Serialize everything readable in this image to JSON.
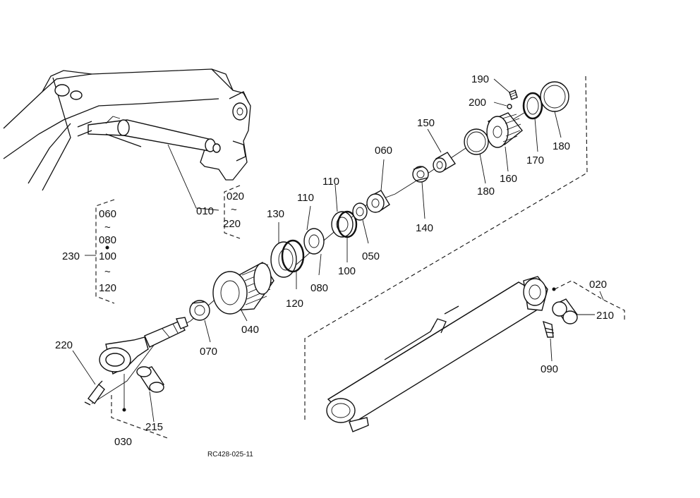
{
  "diagram": {
    "reference_code": "RC428-025-11",
    "callouts": {
      "p010": "010",
      "p020_top": "020",
      "p020_range_sep": "~",
      "p220_top": "220",
      "p030": "030",
      "p040": "040",
      "p050": "050",
      "p060": "060",
      "p070": "070",
      "p080": "080",
      "p090": "090",
      "p100": "100",
      "p110_a": "110",
      "p110_b": "110",
      "p120": "120",
      "p130": "130",
      "p140": "140",
      "p150": "150",
      "p160": "160",
      "p170": "170",
      "p180_a": "180",
      "p180_b": "180",
      "p190": "190",
      "p200": "200",
      "p210": "210",
      "p215": "215",
      "p220": "220",
      "p020_right": "020",
      "p230": "230",
      "kit_060": "060",
      "kit_080": "080",
      "kit_100": "100",
      "kit_120": "120",
      "kit_sep1": "~",
      "kit_sep2": "~"
    }
  }
}
